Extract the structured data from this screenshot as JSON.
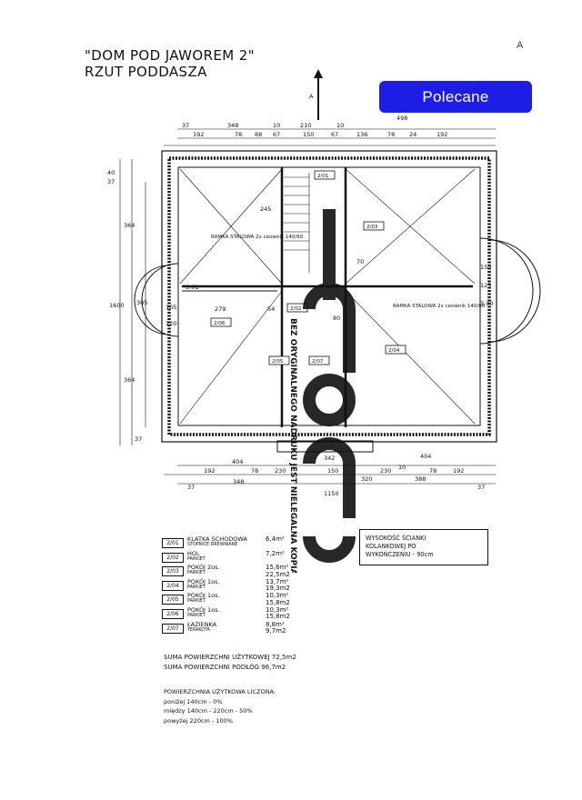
{
  "header": {
    "title_line1": "\"DOM POD JAWOREM 2\"",
    "title_line2": "RZUT PODDASZA",
    "corner_mark": "A"
  },
  "badge": {
    "label": "Polecane",
    "color": "#1e1de6"
  },
  "plan": {
    "section_mark": "A",
    "dims_top_row1": [
      "37",
      "348",
      "10",
      "210",
      "10",
      "498"
    ],
    "dims_top_row2": [
      "192",
      "78",
      "88",
      "67",
      "150",
      "67",
      "136",
      "78",
      "24",
      "192"
    ],
    "dims_bottom_row1": [
      "404",
      "342",
      "404"
    ],
    "dims_bottom_row2": [
      "192",
      "78",
      "230",
      "150",
      "230",
      "78",
      "192"
    ],
    "dims_bottom_row3": [
      "37",
      "348",
      "320",
      "10",
      "388",
      "37"
    ],
    "dims_total": "1150",
    "dims_left": [
      "40",
      "37",
      "364",
      "1600",
      "305",
      "364",
      "37"
    ],
    "room_codes": [
      "2/01",
      "2/02",
      "2/03",
      "2/04",
      "2/05",
      "2/06",
      "2/07"
    ],
    "beam_label_left": "RAMKA STALOWA 2x ceownik 140/60",
    "beam_label_right": "RAMKA STALOWA 2x ceownik 140/60",
    "window_height_left": "3.01",
    "window_height_right": "3.00",
    "inner_dims": [
      "279",
      "245",
      "105",
      "80",
      "70",
      "150",
      "125",
      "120",
      "54"
    ]
  },
  "watermark": {
    "text": "BEZ ORYGINALNEGO NADRUKU JEST NIELEGALNA KOPIA"
  },
  "legend": [
    {
      "code": "2/01",
      "name": "KLATKA SCHODOWA",
      "sub": "STOPNICE DREWNIANE",
      "area": "6,4m²"
    },
    {
      "code": "2/02",
      "name": "HOL",
      "sub": "PARKIET",
      "area": "7,2m²"
    },
    {
      "code": "2/03",
      "name": "POKÓJ 2os.",
      "sub": "PARKIET",
      "area": "15,6m²",
      "area2": "22,5m2"
    },
    {
      "code": "2/04",
      "name": "POKÓJ 1os.",
      "sub": "PARKIET",
      "area": "13,7m²",
      "area2": "19,3m2"
    },
    {
      "code": "2/05",
      "name": "POKÓJ 1os.",
      "sub": "PARKIET",
      "area": "10,3m²",
      "area2": "15,8m2"
    },
    {
      "code": "2/06",
      "name": "POKÓJ 1os.",
      "sub": "PARKIET",
      "area": "10,3m²",
      "area2": "15,8m2"
    },
    {
      "code": "2/07",
      "name": "ŁAZIENKA",
      "sub": "TERAKOTA",
      "area": "8,8m²",
      "area2": "9,7m2"
    }
  ],
  "summary": {
    "usable": "SUMA POWIERZCHNI UŻYTKOWEJ 72,5m2",
    "floor": "SUMA POWIERZCHNI PODŁÓG 96,7m2"
  },
  "knee_wall": {
    "line1": "WYSOKOŚĆ ŚCIANKI",
    "line2": "KOLANKOWEJ PO",
    "line3": "WYKOŃCZENIU - 90cm"
  },
  "usable_rules": {
    "heading": "POWIERZCHNIA UŻYTKOWA LICZONA:",
    "rule1": "poniżej 140cm - 0%",
    "rule2": "między 140cm - 220cm - 50%",
    "rule3": "powyżej 220cm - 100%"
  }
}
